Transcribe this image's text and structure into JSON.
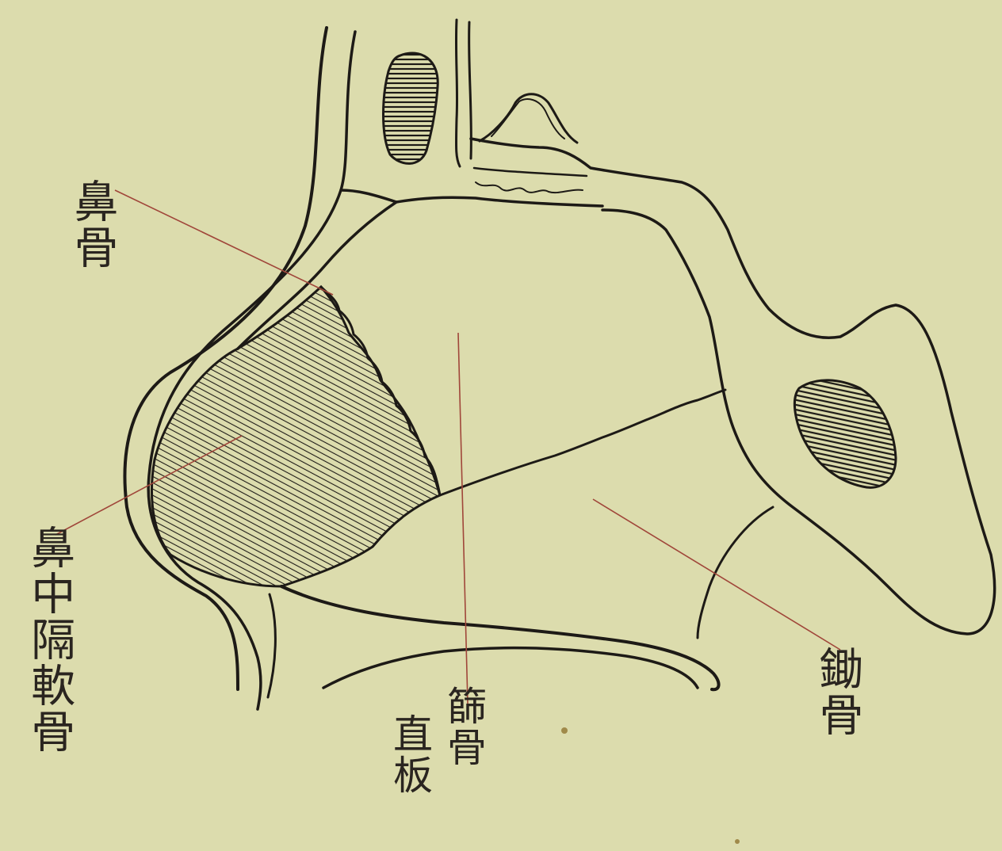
{
  "labels": {
    "nasal_bone": "鼻骨",
    "septal_cartilage": "鼻中隔軟骨",
    "perpendicular_plate_line1": "篩骨",
    "perpendicular_plate_line2": "直板",
    "vomer": "鋤骨"
  },
  "colors": {
    "paper": "#dcdcad",
    "ink": "#1d1a16",
    "leader": "#a0463a"
  }
}
